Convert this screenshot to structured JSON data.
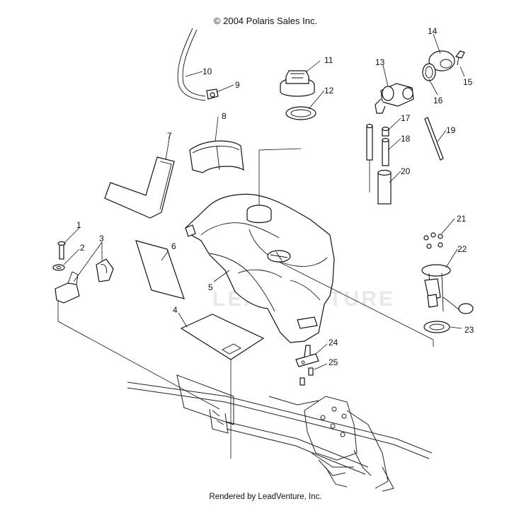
{
  "diagram": {
    "copyright": "© 2004 Polaris Sales Inc.",
    "rendered_by": "Rendered by LeadVenture, Inc.",
    "watermark": "LEADVENTURE",
    "callouts": [
      {
        "id": "c1",
        "label": "1"
      },
      {
        "id": "c2",
        "label": "2"
      },
      {
        "id": "c3",
        "label": "3"
      },
      {
        "id": "c4",
        "label": "4"
      },
      {
        "id": "c5",
        "label": "5"
      },
      {
        "id": "c6",
        "label": "6"
      },
      {
        "id": "c7",
        "label": "7"
      },
      {
        "id": "c8",
        "label": "8"
      },
      {
        "id": "c9",
        "label": "9"
      },
      {
        "id": "c10",
        "label": "10"
      },
      {
        "id": "c11",
        "label": "11"
      },
      {
        "id": "c12",
        "label": "12"
      },
      {
        "id": "c13",
        "label": "13"
      },
      {
        "id": "c14",
        "label": "14"
      },
      {
        "id": "c15",
        "label": "15"
      },
      {
        "id": "c16",
        "label": "16"
      },
      {
        "id": "c17",
        "label": "17"
      },
      {
        "id": "c18",
        "label": "18"
      },
      {
        "id": "c19",
        "label": "19"
      },
      {
        "id": "c20",
        "label": "20"
      },
      {
        "id": "c21",
        "label": "21"
      },
      {
        "id": "c22",
        "label": "22"
      },
      {
        "id": "c23",
        "label": "23"
      },
      {
        "id": "c24",
        "label": "24"
      },
      {
        "id": "c25",
        "label": "25"
      }
    ]
  }
}
